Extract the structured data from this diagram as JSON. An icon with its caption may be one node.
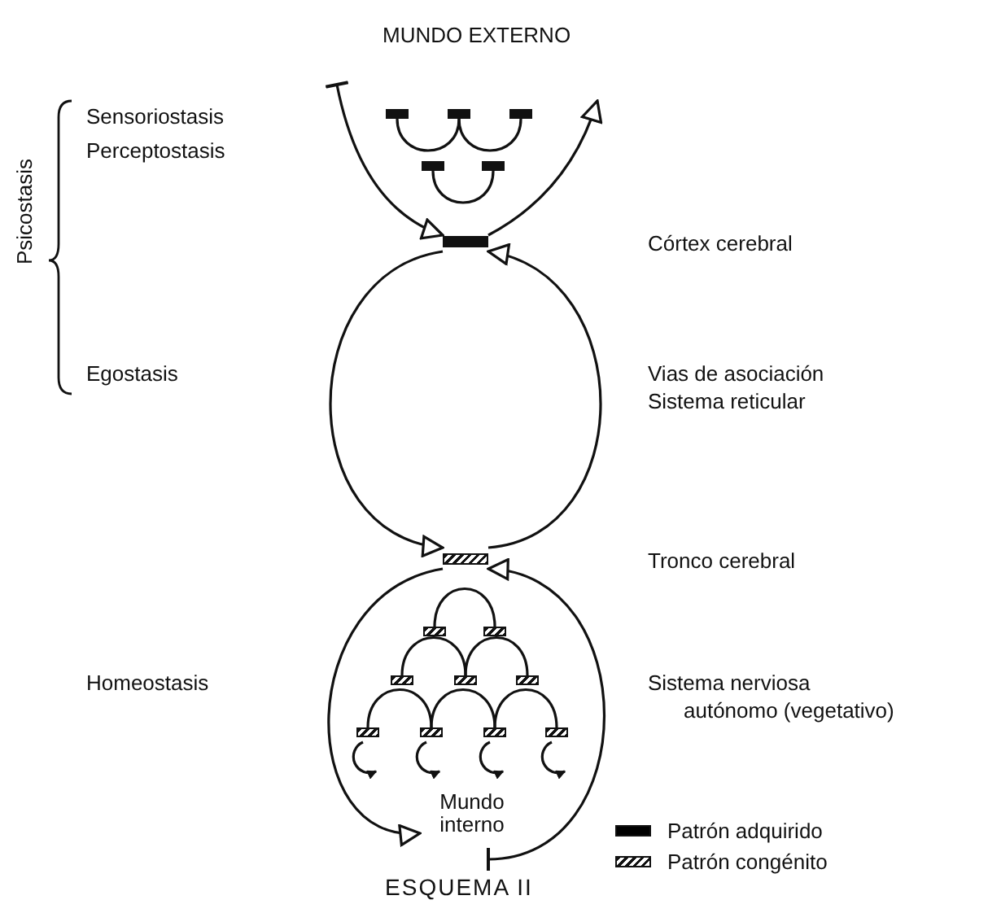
{
  "diagram": {
    "caption": "ESQUEMA II",
    "nodes": [
      {
        "text": [],
        "shape": "bar"
      },
      {
        "text": [],
        "shape": "bar"
      },
      {
        "text": [],
        "shape": "bar"
      },
      {
        "text": [],
        "shape": "bar"
      },
      {
        "text": [],
        "shape": "bar"
      },
      {
        "text": [],
        "shape": "bar"
      },
      {
        "text": [],
        "shape": "hatched"
      },
      {
        "text": [],
        "shape": "hatched"
      },
      {
        "text": [],
        "shape": "hatched"
      },
      {
        "text": [],
        "shape": "hatched"
      },
      {
        "text": [],
        "shape": "hatched"
      },
      {
        "text": [],
        "shape": "hatched"
      },
      {
        "text": [],
        "shape": "hatched"
      },
      {
        "text": [],
        "shape": "hatched"
      },
      {
        "text": [],
        "shape": "hatched"
      },
      {
        "text": [],
        "shape": "hatched"
      },
      {
        "text": [
          "Mundo interno"
        ]
      }
    ],
    "edges": [
      {
        "from": null,
        "to": 5,
        "arrow": "to"
      },
      {
        "from": 5,
        "to": null,
        "arrow": "to"
      },
      {
        "from": 5,
        "to": 6,
        "arrow": "to"
      },
      {
        "from": 6,
        "to": 5,
        "arrow": "to"
      },
      {
        "from": 6,
        "to": 16,
        "arrow": "to"
      },
      {
        "from": 16,
        "to": 6,
        "arrow": "to"
      },
      {
        "from": 0,
        "to": 1,
        "arrow": "none"
      },
      {
        "from": 1,
        "to": 2,
        "arrow": "none"
      },
      {
        "from": 3,
        "to": 4,
        "arrow": "none"
      },
      {
        "from": 7,
        "to": 8,
        "arrow": "none"
      },
      {
        "from": 9,
        "to": 10,
        "arrow": "none"
      },
      {
        "from": 10,
        "to": 11,
        "arrow": "none"
      },
      {
        "from": 12,
        "to": 13,
        "arrow": "none"
      },
      {
        "from": 13,
        "to": 14,
        "arrow": "none"
      },
      {
        "from": 14,
        "to": 15,
        "arrow": "none"
      },
      {
        "from": 12,
        "to": 12,
        "arrow": "to"
      },
      {
        "from": 13,
        "to": 13,
        "arrow": "to"
      },
      {
        "from": 14,
        "to": 14,
        "arrow": "to"
      },
      {
        "from": 15,
        "to": 15,
        "arrow": "to"
      }
    ],
    "labels": [
      "MUNDO EXTERNO",
      "Sensoriostasis",
      "Perceptostasis",
      "Psicostasis",
      "Córtex cerebral",
      "Egostasis",
      "Vias de asociación",
      "Sistema reticular",
      "Tronco cerebral",
      "Homeostasis",
      "Sistema nerviosa",
      "autónomo (vegetativo)"
    ],
    "legend": [
      {
        "text": "Patrón adquirido",
        "color": "#000000"
      },
      {
        "text": "Patrón congénito"
      }
    ]
  }
}
